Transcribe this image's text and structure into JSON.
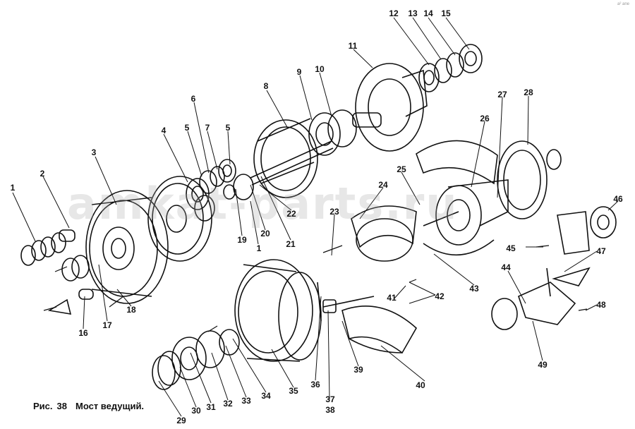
{
  "figure": {
    "prefix": "Рис.",
    "number": "38",
    "title": "Мост ведущий."
  },
  "watermark": "amkat-parts.ru",
  "corner_mark": "a² ane",
  "callouts": [
    "1",
    "2",
    "3",
    "4",
    "5",
    "6",
    "7",
    "5",
    "8",
    "9",
    "10",
    "11",
    "12",
    "13",
    "14",
    "15",
    "16",
    "17",
    "18",
    "19",
    "20",
    "1",
    "21",
    "22",
    "23",
    "24",
    "25",
    "26",
    "27",
    "28",
    "29",
    "30",
    "31",
    "32",
    "33",
    "34",
    "35",
    "36",
    "37",
    "38",
    "39",
    "40",
    "41",
    "42",
    "43",
    "44",
    "45",
    "46",
    "47",
    "48",
    "49"
  ]
}
